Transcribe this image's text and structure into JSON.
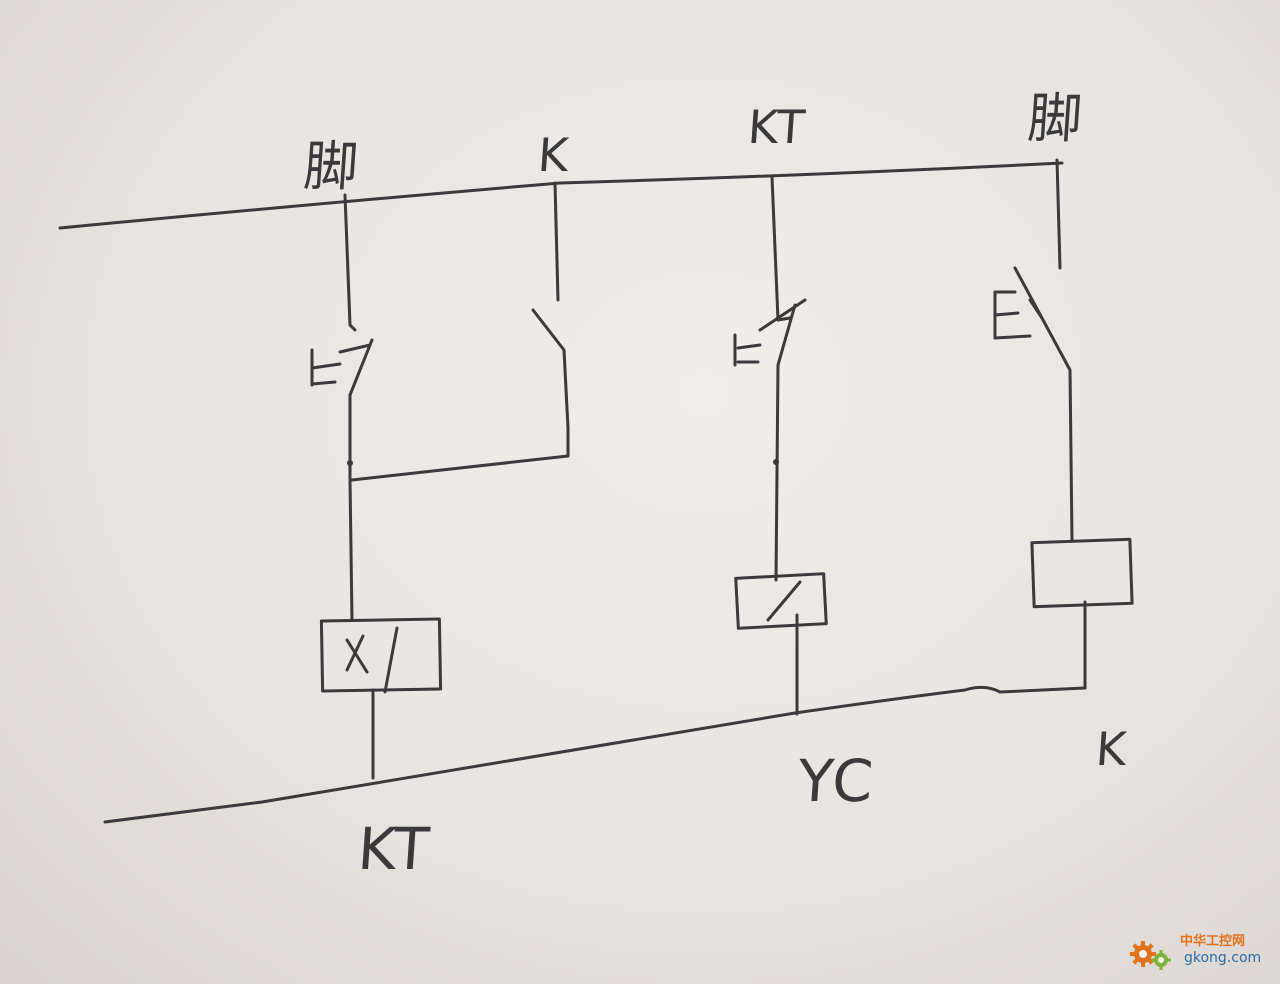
{
  "diagram": {
    "top_labels": [
      "脚",
      "K",
      "KT",
      "脚"
    ],
    "bottom_labels": [
      "KT",
      "YC",
      "K"
    ],
    "colors": {
      "ink": "#3a3a3c",
      "paper": "#ece8e5",
      "watermark_orange": "#e0731c",
      "watermark_blue": "#2f6da8"
    }
  },
  "watermark": {
    "text_cn": "中华工控网",
    "url": "gkong.com",
    "icon": "gear-icon"
  }
}
